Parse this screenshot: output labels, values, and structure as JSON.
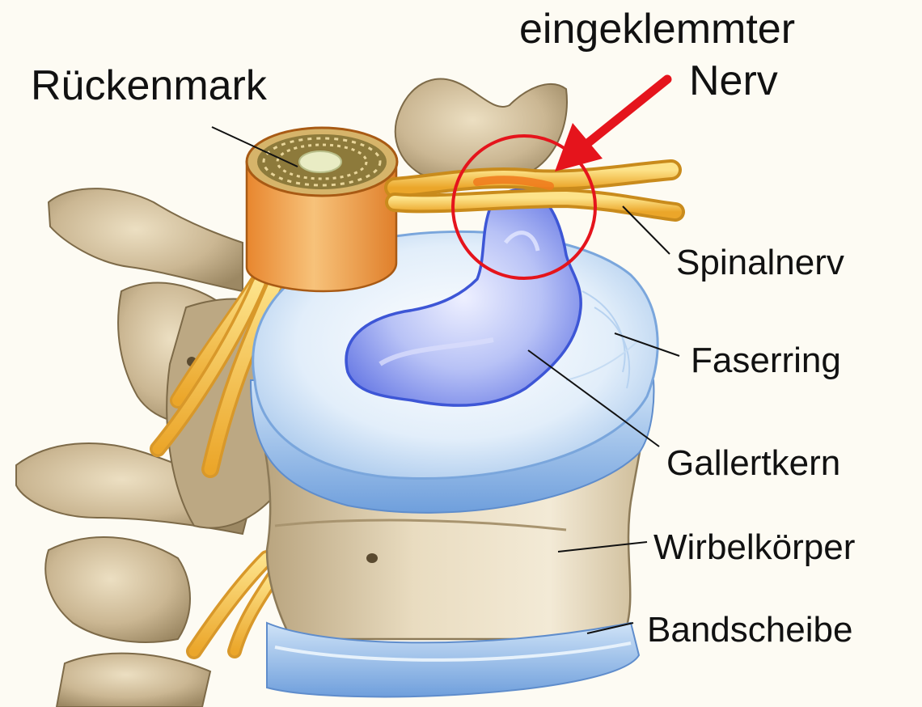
{
  "labels": {
    "spinal_cord": "Rückenmark",
    "pinched_line1": "eingeklemmter",
    "pinched_line2": "Nerv",
    "spinal_nerve": "Spinalnerv",
    "annulus": "Faserring",
    "nucleus": "Gallertkern",
    "vertebral_body": "Wirbelkörper",
    "disc": "Bandscheibe"
  },
  "colors": {
    "bone": "#cbb793",
    "bone_dark": "#8c7a58",
    "cord": "#f2a24c",
    "nerve": "#f4c236",
    "disc": "#cfe3f5",
    "nucleus": "#8fa0ee",
    "highlight": "#e5141c"
  }
}
